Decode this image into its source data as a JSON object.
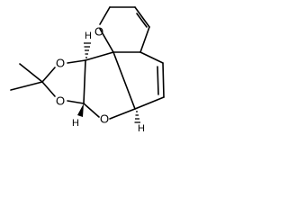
{
  "molecule": {
    "atoms": {
      "o_ring_top": "O",
      "o_dioxolane_top": "O",
      "o_dioxolane_bottom": "O",
      "o_furan_bottom": "O",
      "h_top": "H",
      "h_left_bottom": "H",
      "h_right_bottom": "H"
    }
  }
}
